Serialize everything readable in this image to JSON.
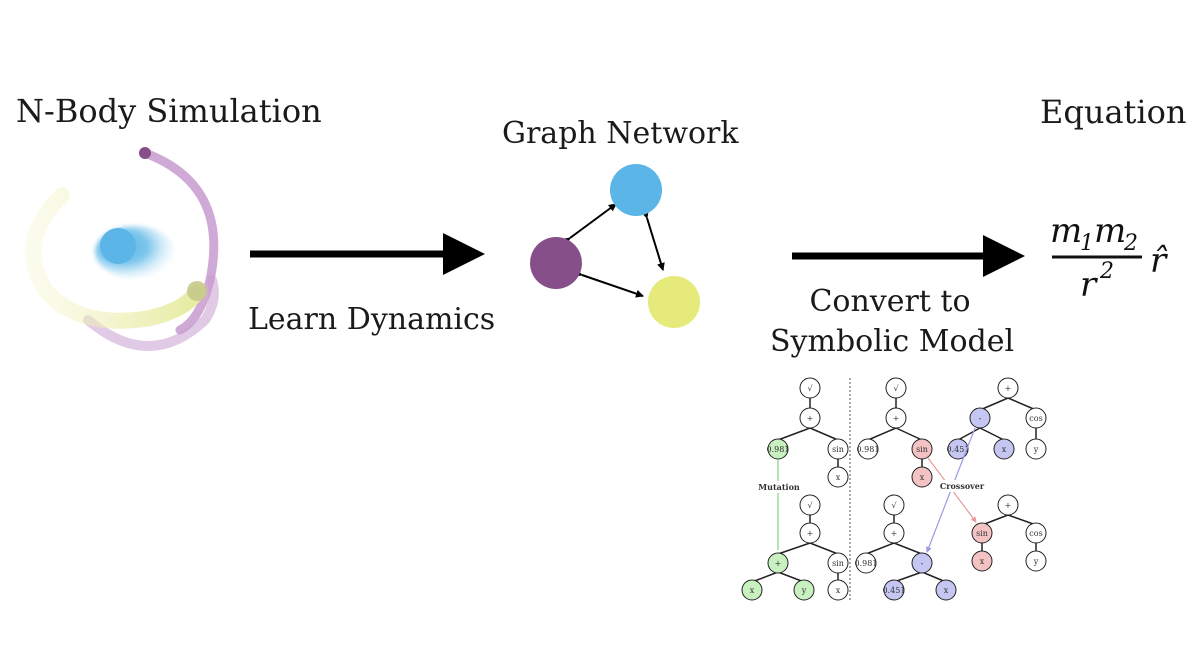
{
  "left": {
    "title": "N-Body Simulation"
  },
  "middle": {
    "title": "Graph Network"
  },
  "right": {
    "title": "Equation"
  },
  "arrow1": {
    "label": "Learn Dynamics"
  },
  "arrow2": {
    "label_line1": "Convert to",
    "label_line2": "Symbolic Model"
  },
  "equation": {
    "num_m1": "m",
    "num_sub1": "1",
    "num_m2": "m",
    "num_sub2": "2",
    "den_r": "r",
    "den_exp": "2",
    "hat": "r̂"
  },
  "inset": {
    "mutation_label": "Mutation",
    "crossover_label": "Crossover",
    "sqrt": "√",
    "plus": "+",
    "sin": "sin",
    "cos": "cos",
    "minus": "-",
    "const_a": "0.981",
    "const_b": "0.451",
    "var_x": "x",
    "var_y": "y"
  },
  "colors": {
    "purple": "#874f8a",
    "blue": "#5bb5e6",
    "yellow": "#e6ea7a",
    "green_node": "#c8f0c0",
    "red_node": "#f3c3c3",
    "blue_node": "#c6c6f2"
  }
}
